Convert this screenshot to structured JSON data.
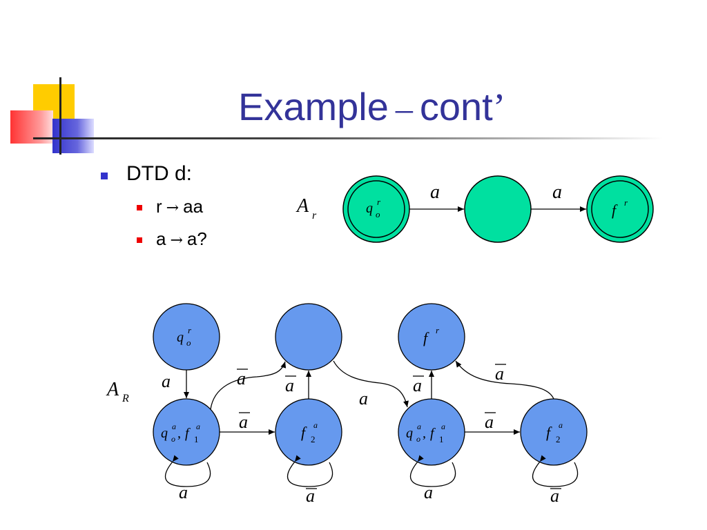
{
  "slide": {
    "title_main": "Example",
    "title_dash": "–",
    "title_tail": "cont",
    "title_apos": "’"
  },
  "bullets": {
    "heading": "DTD d:",
    "rules": [
      {
        "lhs": "r",
        "arrow": "→",
        "rhs": "aa"
      },
      {
        "lhs": "a",
        "arrow": "→",
        "rhs": "a?"
      }
    ]
  },
  "automaton_small": {
    "name": "A",
    "name_sub": "r",
    "states": [
      {
        "base": "q",
        "sup": "r",
        "sub": "o",
        "accepting": true
      },
      {
        "base": "",
        "sup": "",
        "sub": "",
        "accepting": false
      },
      {
        "base": "f",
        "sup": "r",
        "sub": "",
        "accepting": true
      }
    ],
    "transitions": [
      {
        "label": "a"
      },
      {
        "label": "a"
      }
    ],
    "color": "#00e0a0"
  },
  "automaton_large": {
    "name": "A",
    "name_sub": "R",
    "color": "#6699ee",
    "states": {
      "q0r": {
        "base": "q",
        "sup": "r",
        "sub": "o"
      },
      "mid": {
        "base": "",
        "sup": "",
        "sub": ""
      },
      "fr": {
        "base": "f",
        "sup": "r",
        "sub": ""
      },
      "qf1_left": {
        "text_a": "q",
        "sup_a": "a",
        "sub_a": "o",
        "text_b": "f",
        "sup_b": "a",
        "sub_b": "1"
      },
      "f2_left": {
        "base": "f",
        "sup": "a",
        "sub": "2"
      },
      "qf1_right": {
        "text_a": "q",
        "sup_a": "a",
        "sub_a": "o",
        "text_b": "f",
        "sup_b": "a",
        "sub_b": "1"
      },
      "f2_right": {
        "base": "f",
        "sup": "a",
        "sub": "2"
      }
    },
    "transition_labels": {
      "q0r_to_qf1": "a",
      "qf1_to_mid": "a",
      "f2_to_mid": "a",
      "mid_to_qf1r": "a",
      "qf1_to_f2": "a",
      "qf1r_to_fr": "a",
      "qf1r_to_f2r": "a",
      "f2r_to_fr": "a",
      "loop_qf1_left": "a",
      "loop_f2_left": "a",
      "loop_qf1_right": "a",
      "loop_f2_right": "a"
    },
    "overlined": [
      "qf1_to_mid",
      "f2_to_mid",
      "qf1_to_f2",
      "qf1r_to_fr",
      "qf1r_to_f2r",
      "f2r_to_fr",
      "loop_f2_left",
      "loop_f2_right"
    ]
  }
}
